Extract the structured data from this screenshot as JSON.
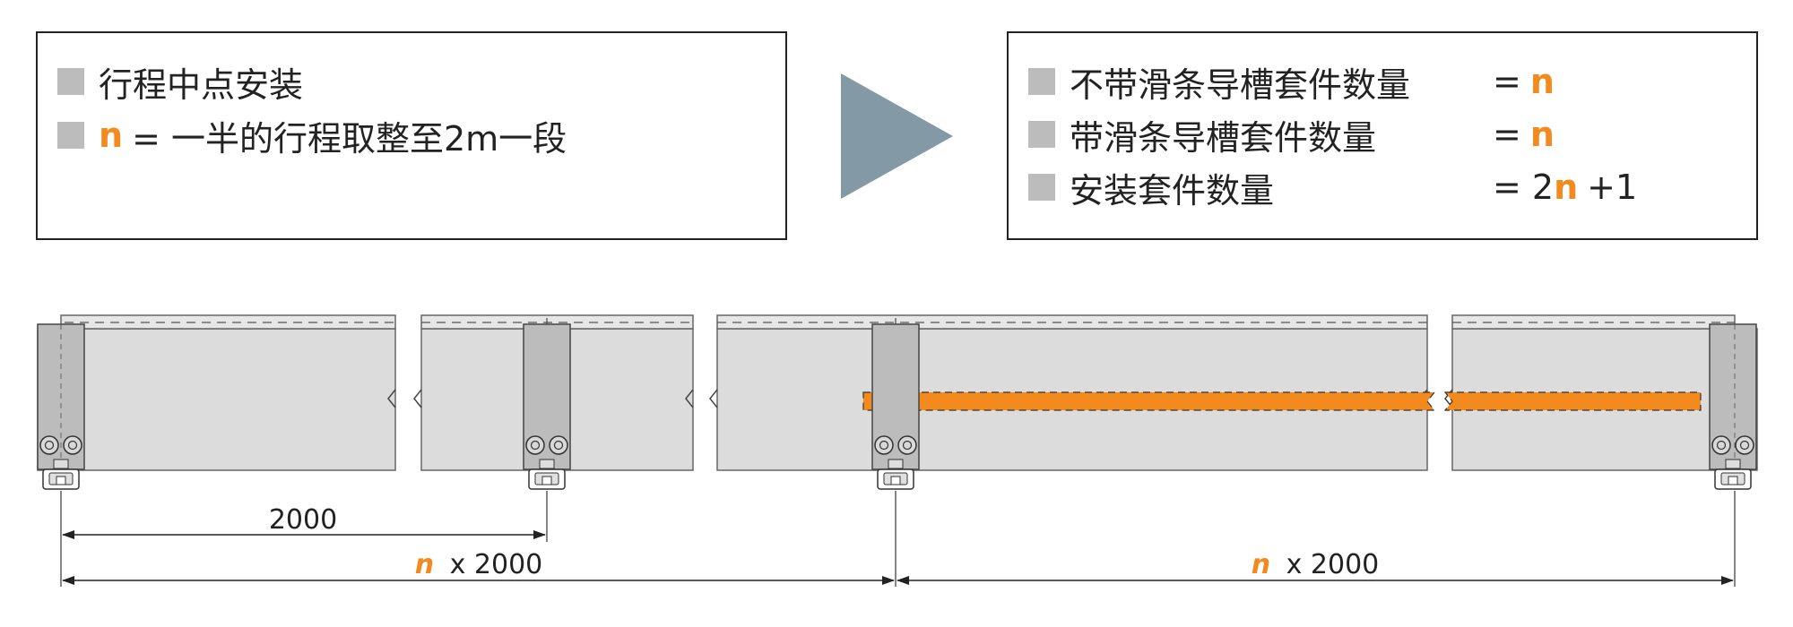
{
  "left_box": {
    "item1": "行程中点安装",
    "item2_n": "n",
    "item2_rest": "= 一半的行程取整至2m一段"
  },
  "right_box": {
    "rows": [
      {
        "label": "不带滑条导槽套件数量",
        "eq": "=",
        "value_n": "n",
        "value_rest": ""
      },
      {
        "label": "带滑条导槽套件数量",
        "eq": "=",
        "value_n": "n",
        "value_rest": ""
      },
      {
        "label": "安装套件数量",
        "eq": "= 2",
        "value_n": "n",
        "value_rest": "+1"
      }
    ]
  },
  "dimensions": {
    "segment": "2000",
    "left_n": "n",
    "left_rest": "x 2000",
    "right_n": "n",
    "right_rest": "x 2000"
  },
  "colors": {
    "accent": "#f28a1d",
    "arrow": "#8499a6",
    "rail": "#dcdcdc",
    "bracket": "#bcbcbc"
  }
}
